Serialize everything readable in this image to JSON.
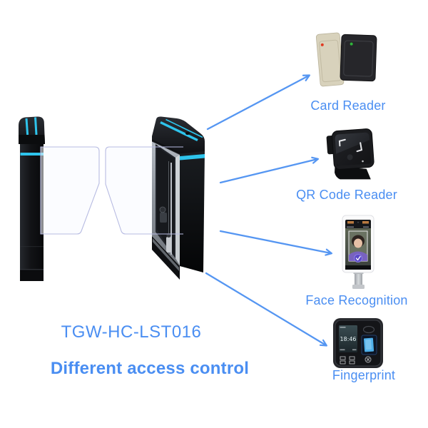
{
  "product": {
    "model": "TGW-HC-LST016",
    "caption": "Different access control"
  },
  "access_options": [
    {
      "id": "card-reader",
      "label": "Card Reader"
    },
    {
      "id": "qr-code-reader",
      "label": "QR Code Reader"
    },
    {
      "id": "face-recognition",
      "label": "Face Recognition"
    },
    {
      "id": "fingerprint",
      "label": "Fingerprint"
    }
  ],
  "fingerprint_screen": {
    "clock": "18:46"
  },
  "colors": {
    "label_blue": "#4a8ef2",
    "arrow_blue": "#5596f2",
    "accent_cyan": "#2ec4ec",
    "glass_outline": "#b7bbe2",
    "card_reader_led_red": "#e03a22",
    "card_reader_led_green": "#2fb53a",
    "fingerprint_sensor_blue": "#4fb0ea"
  }
}
